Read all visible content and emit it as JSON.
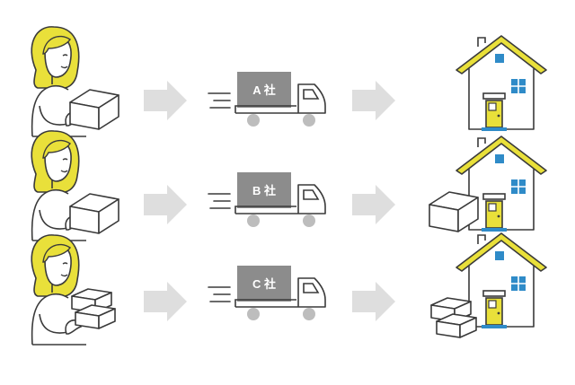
{
  "colors": {
    "hair": "#e9e03a",
    "roof": "#e9e03a",
    "door": "#e9e03a",
    "window": "#2f8bc8",
    "arrow": "#dedede",
    "truck_body": "#8c8c8c",
    "truck_label_text": "#ffffff",
    "line": "#3a3a3a",
    "skin": "#ffffff"
  },
  "rows": [
    {
      "carrier_label": "A 社",
      "sender_boxes": 1,
      "delivered_boxes": 0
    },
    {
      "carrier_label": "B 社",
      "sender_boxes": 1,
      "delivered_boxes": 1
    },
    {
      "carrier_label": "C 社",
      "sender_boxes": 2,
      "delivered_boxes": 2
    }
  ],
  "icons": {
    "person": "person-holding-box-icon",
    "arrow": "right-arrow-icon",
    "truck": "delivery-truck-icon",
    "house": "house-icon",
    "box": "package-box-icon"
  }
}
